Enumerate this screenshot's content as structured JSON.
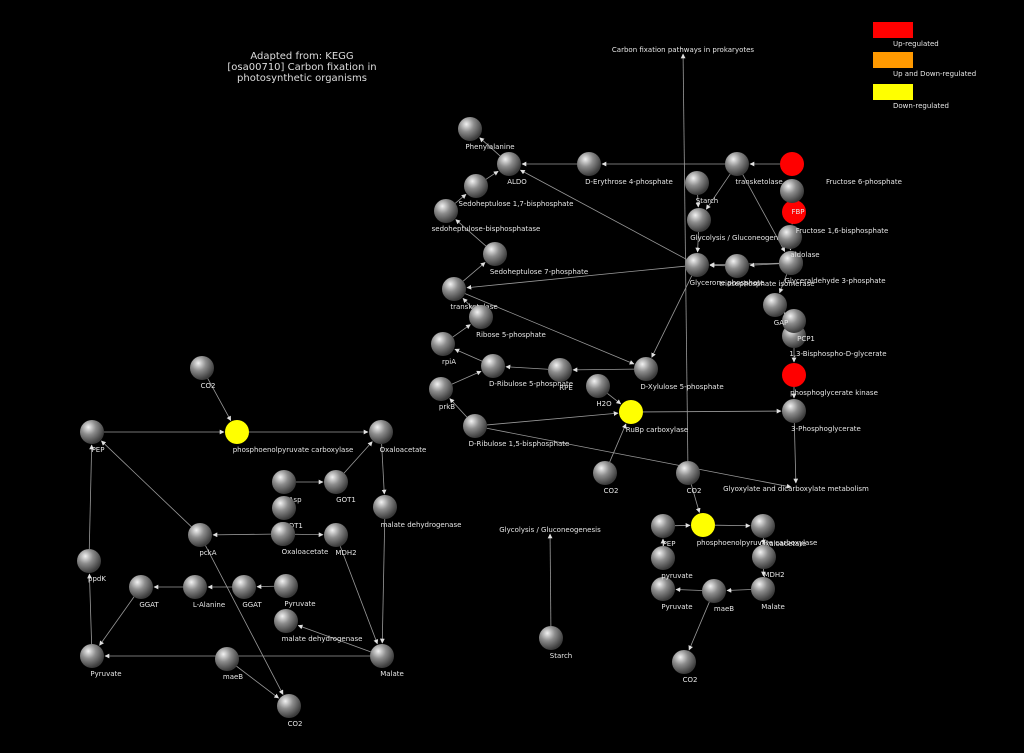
{
  "title_lines": [
    "Adapted from: KEGG",
    "[osa00710] Carbon fixation in",
    "photosynthetic organisms"
  ],
  "legend": [
    {
      "label": "Up-regulated",
      "color": "#ff0000"
    },
    {
      "label": "Up and Down-regulated",
      "color": "#ff9900"
    },
    {
      "label": "Down-regulated",
      "color": "#ffff00"
    }
  ],
  "colors": {
    "gray_node": "#8a8a8a",
    "red": "#ff0000",
    "yellow": "#ffff00",
    "edge": "#9a9a9a"
  },
  "nodes": [
    {
      "id": "phenylalanine",
      "label": "Phenylalanine",
      "kind": "gray"
    },
    {
      "id": "aldo1",
      "label": "ALDO",
      "kind": "gray"
    },
    {
      "id": "e4p",
      "label": "D-Erythrose 4-phosphate",
      "kind": "gray"
    },
    {
      "id": "transketolase1",
      "label": "transketolase",
      "kind": "gray"
    },
    {
      "id": "f6p",
      "label": "Fructose 6-phosphate",
      "kind": "red"
    },
    {
      "id": "starch1",
      "label": "Starch",
      "kind": "gray"
    },
    {
      "id": "s17bp",
      "label": "Sedoheptulose 1,7-bisphosphate",
      "kind": "gray"
    },
    {
      "id": "sbpase",
      "label": "sedoheptulose-bisphosphatase",
      "kind": "gray"
    },
    {
      "id": "s7p",
      "label": "Sedoheptulose 7-phosphate",
      "kind": "gray"
    },
    {
      "id": "transketolase2",
      "label": "transketolase",
      "kind": "gray"
    },
    {
      "id": "r5p",
      "label": "Ribose 5-phosphate",
      "kind": "gray"
    },
    {
      "id": "rpia",
      "label": "rpiA",
      "kind": "gray"
    },
    {
      "id": "ru5p",
      "label": "D-Ribulose 5-phosphate",
      "kind": "gray"
    },
    {
      "id": "rpe",
      "label": "RPE",
      "kind": "gray"
    },
    {
      "id": "x5p",
      "label": "D-Xylulose 5-phosphate",
      "kind": "gray"
    },
    {
      "id": "prkb",
      "label": "prkB",
      "kind": "gray"
    },
    {
      "id": "rubp",
      "label": "D-Ribulose 1,5-bisphosphate",
      "kind": "gray"
    },
    {
      "id": "h2o",
      "label": "H2O",
      "kind": "gray"
    },
    {
      "id": "rubisco",
      "label": "RuBp carboxylase",
      "kind": "yellow"
    },
    {
      "id": "pga3",
      "label": "3-Phosphoglycerate",
      "kind": "gray"
    },
    {
      "id": "pgk",
      "label": "phosphoglycerate kinase",
      "kind": "red"
    },
    {
      "id": "bpg",
      "label": "1,3-Bisphospho-D-glycerate",
      "kind": "gray"
    },
    {
      "id": "gapdh",
      "label": "PCP1",
      "kind": "gray"
    },
    {
      "id": "gap_enz",
      "label": "GAP",
      "kind": "gray"
    },
    {
      "id": "g3p",
      "label": "Glyceraldehyde 3-phosphate",
      "kind": "gray"
    },
    {
      "id": "aldolase",
      "label": "aldolase",
      "kind": "gray"
    },
    {
      "id": "tpi",
      "label": "triosephosphate isomerase",
      "kind": "gray"
    },
    {
      "id": "dhap",
      "label": "Glycerone phosphate",
      "kind": "gray"
    },
    {
      "id": "glyco1",
      "label": "Glycolysis / Gluconeogenesis",
      "kind": "gray"
    },
    {
      "id": "fbp_enz",
      "label": "FBP",
      "kind": "red"
    },
    {
      "id": "f16bp",
      "label": "Fructose 1,6-bisphosphate",
      "kind": "gray"
    },
    {
      "id": "f6p_gray",
      "label": "",
      "kind": "gray"
    },
    {
      "id": "co2_a",
      "label": "CO2",
      "kind": "gray"
    },
    {
      "id": "co2_b",
      "label": "CO2",
      "kind": "gray"
    },
    {
      "id": "ppc_right",
      "label": "phosphoenolpyruvate carboxylase",
      "kind": "yellow"
    },
    {
      "id": "pep_right",
      "label": "PEP",
      "kind": "gray"
    },
    {
      "id": "oaa_right",
      "label": "Oxaloacetate",
      "kind": "gray"
    },
    {
      "id": "mdh_right",
      "label": "MDH2",
      "kind": "gray"
    },
    {
      "id": "malate_right",
      "label": "Malate",
      "kind": "gray"
    },
    {
      "id": "maeb_right",
      "label": "maeB",
      "kind": "gray"
    },
    {
      "id": "pyr_right",
      "label": "Pyruvate",
      "kind": "gray"
    },
    {
      "id": "pdk_right",
      "label": "pyruvate",
      "kind": "gray"
    },
    {
      "id": "co2_c",
      "label": "CO2",
      "kind": "gray"
    },
    {
      "id": "starch2",
      "label": "Starch",
      "kind": "gray"
    },
    {
      "id": "co2_l1",
      "label": "CO2",
      "kind": "gray"
    },
    {
      "id": "ppc_left",
      "label": "phosphoenolpyruvate carboxylase",
      "kind": "yellow"
    },
    {
      "id": "pep_left",
      "label": "PEP",
      "kind": "gray"
    },
    {
      "id": "oaa_left",
      "label": "Oxaloacetate",
      "kind": "gray"
    },
    {
      "id": "got1a",
      "label": "GOT1",
      "kind": "gray"
    },
    {
      "id": "lasp",
      "label": "L-Asp",
      "kind": "gray"
    },
    {
      "id": "lasp2",
      "label": "",
      "kind": "gray"
    },
    {
      "id": "got1b",
      "label": "GOT1",
      "kind": "gray"
    },
    {
      "id": "oaa_left2",
      "label": "Oxaloacetate",
      "kind": "gray"
    },
    {
      "id": "mdh2_left",
      "label": "MDH2",
      "kind": "gray"
    },
    {
      "id": "mdh_left",
      "label": "malate dehydrogenase",
      "kind": "gray"
    },
    {
      "id": "pcka",
      "label": "pckA",
      "kind": "gray"
    },
    {
      "id": "ppdk",
      "label": "ppdK",
      "kind": "gray"
    },
    {
      "id": "ggat1",
      "label": "GGAT",
      "kind": "gray"
    },
    {
      "id": "lala",
      "label": "L-Alanine",
      "kind": "gray"
    },
    {
      "id": "ggat2",
      "label": "GGAT",
      "kind": "gray"
    },
    {
      "id": "pyr_left1",
      "label": "Pyruvate",
      "kind": "gray"
    },
    {
      "id": "mdh_left2",
      "label": "malate dehydrogenase",
      "kind": "gray"
    },
    {
      "id": "malate_left",
      "label": "Malate",
      "kind": "gray"
    },
    {
      "id": "maeb_left",
      "label": "maeB",
      "kind": "gray"
    },
    {
      "id": "pyr_left2",
      "label": "Pyruvate",
      "kind": "gray"
    },
    {
      "id": "co2_l2",
      "label": "CO2",
      "kind": "gray"
    }
  ],
  "text_labels": [
    {
      "id": "cfp_prok",
      "text": "Carbon fixation pathways in prokaryotes"
    },
    {
      "id": "glyoxylate",
      "text": "Glyoxylate and dicarboxylate metabolism"
    },
    {
      "id": "glyco2",
      "text": "Glycolysis / Gluconeogenesis"
    }
  ],
  "edges": [
    [
      "aldo1",
      "phenylalanine"
    ],
    [
      "e4p",
      "aldo1"
    ],
    [
      "transketolase1",
      "e4p"
    ],
    [
      "f6p",
      "transketolase1"
    ],
    [
      "dhap",
      "aldo1"
    ],
    [
      "s17bp",
      "aldo1"
    ],
    [
      "sbpase",
      "s17bp"
    ],
    [
      "s7p",
      "sbpase"
    ],
    [
      "transketolase2",
      "s7p"
    ],
    [
      "dhap",
      "transketolase2"
    ],
    [
      "transketolase2",
      "x5p"
    ],
    [
      "r5p",
      "transketolase2"
    ],
    [
      "rpia",
      "r5p"
    ],
    [
      "ru5p",
      "rpia"
    ],
    [
      "rpe",
      "ru5p"
    ],
    [
      "x5p",
      "rpe"
    ],
    [
      "dhap",
      "x5p"
    ],
    [
      "prkb",
      "ru5p"
    ],
    [
      "rubp",
      "prkb"
    ],
    [
      "rubp",
      "rubisco"
    ],
    [
      "h2o",
      "rubisco"
    ],
    [
      "co2_a",
      "rubisco"
    ],
    [
      "rubisco",
      "pga3"
    ],
    [
      "pgk",
      "pga3"
    ],
    [
      "bpg",
      "pgk"
    ],
    [
      "gapdh",
      "bpg"
    ],
    [
      "gap_enz",
      "gapdh"
    ],
    [
      "g3p",
      "gap_enz"
    ],
    [
      "aldolase",
      "dhap"
    ],
    [
      "tpi",
      "dhap"
    ],
    [
      "g3p",
      "tpi"
    ],
    [
      "f16bp",
      "aldolase"
    ],
    [
      "fbp_enz",
      "f16bp"
    ],
    [
      "f6p_gray",
      "fbp_enz"
    ],
    [
      "transketolase1",
      "glyco1"
    ],
    [
      "transketolase1",
      "g3p"
    ],
    [
      "glyco1",
      "dhap"
    ],
    [
      "starch1",
      "glyco1"
    ],
    [
      "pga3",
      "glyoxylate"
    ],
    [
      "rubp",
      "glyoxylate"
    ],
    [
      "co2_b",
      "cfp_prok"
    ],
    [
      "co2_b",
      "ppc_right"
    ],
    [
      "pep_right",
      "ppc_right"
    ],
    [
      "ppc_right",
      "oaa_right"
    ],
    [
      "oaa_right",
      "mdh_right"
    ],
    [
      "mdh_right",
      "malate_right"
    ],
    [
      "malate_right",
      "maeb_right"
    ],
    [
      "maeb_right",
      "pyr_right"
    ],
    [
      "maeb_right",
      "co2_c"
    ],
    [
      "pdk_right",
      "pep_right"
    ],
    [
      "starch2",
      "glyco2"
    ],
    [
      "co2_l1",
      "ppc_left"
    ],
    [
      "pep_left",
      "ppc_left"
    ],
    [
      "ppc_left",
      "oaa_left"
    ],
    [
      "got1a",
      "oaa_left"
    ],
    [
      "lasp",
      "got1a"
    ],
    [
      "oaa_left",
      "mdh_left"
    ],
    [
      "mdh_left",
      "malate_left"
    ],
    [
      "got1b",
      "pcka"
    ],
    [
      "got1b",
      "mdh2_left"
    ],
    [
      "mdh2_left",
      "malate_left"
    ],
    [
      "pcka",
      "pep_left"
    ],
    [
      "pcka",
      "co2_l2"
    ],
    [
      "ppdk",
      "pep_left"
    ],
    [
      "pyr_left2",
      "ppdk"
    ],
    [
      "ggat1",
      "pyr_left2"
    ],
    [
      "lala",
      "ggat1"
    ],
    [
      "ggat2",
      "lala"
    ],
    [
      "pyr_left1",
      "ggat2"
    ],
    [
      "malate_left",
      "mdh_left2"
    ],
    [
      "malate_left",
      "pyr_left2"
    ],
    [
      "maeb_left",
      "co2_l2"
    ]
  ]
}
